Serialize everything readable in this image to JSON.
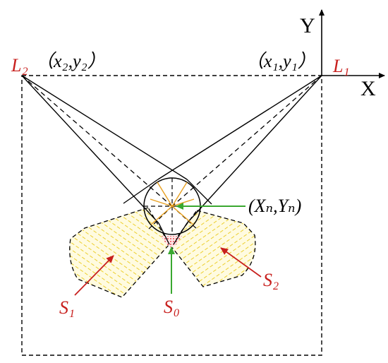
{
  "axes": {
    "x_label": "X",
    "y_label": "Y"
  },
  "points": {
    "L1": {
      "name": "L",
      "sub": "1",
      "coord": "（x₁,y₁）"
    },
    "L2": {
      "name": "L",
      "sub": "2",
      "coord": "（x₂,y₂）"
    }
  },
  "center": {
    "label": "(Xₙ,Yₙ)"
  },
  "regions": {
    "S0": {
      "name": "S",
      "sub": "0"
    },
    "S1": {
      "name": "S",
      "sub": "1"
    },
    "S2": {
      "name": "S",
      "sub": "2"
    }
  },
  "colors": {
    "line": "#000000",
    "hatch_yellow": "#e8c400",
    "hatch_fill": "#fffbe0",
    "red_label": "#c8201e",
    "red_arrow": "#c8201e",
    "green_arrow": "#3aa830",
    "orange_ray": "#e8a020",
    "overlap_dots": "#e0202a"
  }
}
